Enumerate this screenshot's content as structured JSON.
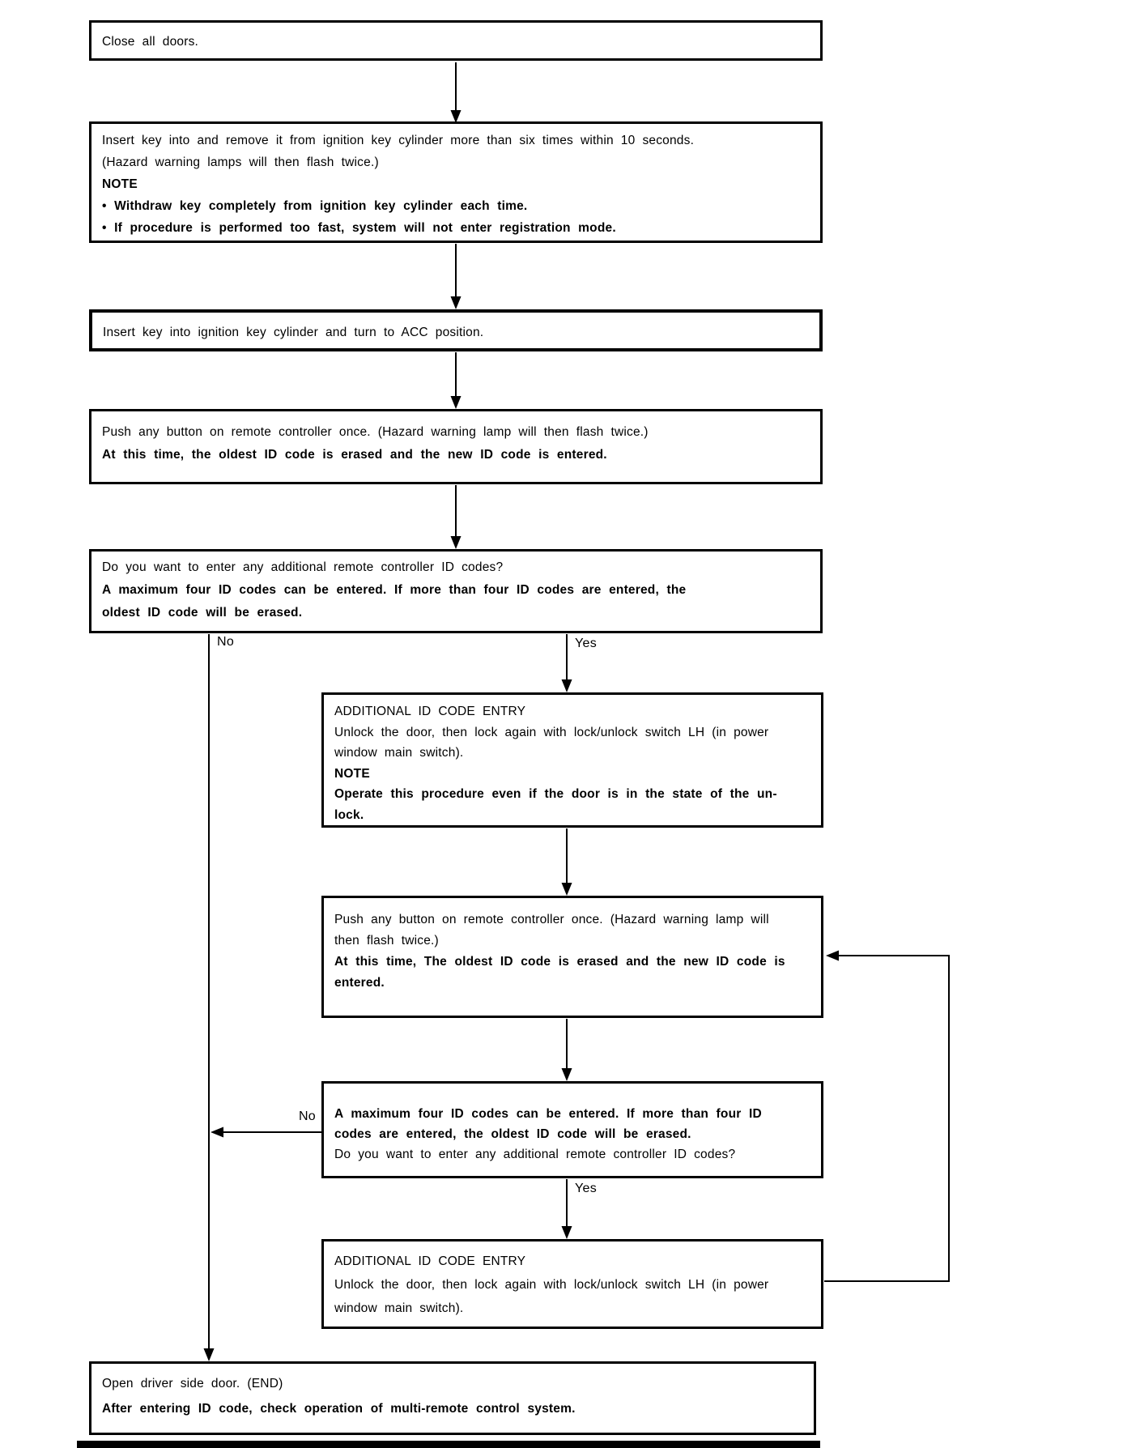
{
  "diagram": {
    "type": "flowchart",
    "colors": {
      "background": "#ffffff",
      "line": "#000000",
      "text": "#000000"
    },
    "edge_labels": {
      "branch1_no": "No",
      "branch1_yes": "Yes",
      "branch2_no": "No",
      "branch2_yes": "Yes"
    },
    "nodes": {
      "close_doors": {
        "lines": [
          "Close all doors."
        ]
      },
      "key_insert_remove": {
        "lines": [
          "Insert key into and remove it from ignition key cylinder more than six times within 10 seconds.",
          "(Hazard warning lamps will then flash twice.)",
          "NOTE",
          "• Withdraw key completely from ignition key cylinder each time.",
          "• If procedure is performed too fast, system will not enter registration mode."
        ]
      },
      "key_acc": {
        "lines": [
          "Insert key into ignition key cylinder and turn to ACC position."
        ]
      },
      "push_button_first": {
        "lines": [
          "Push any button on remote controller once. (Hazard warning lamp will then flash twice.)",
          "At this time, the oldest ID code is erased and the new ID code is entered."
        ]
      },
      "additional_codes_question": {
        "lines": [
          "Do you want to enter any additional remote controller ID codes?",
          "A maximum four ID codes can be entered. If more than four ID codes are entered, the",
          "oldest ID code will be erased."
        ]
      },
      "additional_id_entry_1": {
        "lines": [
          "ADDITIONAL ID CODE ENTRY",
          "Unlock the door, then lock again with lock/unlock switch LH (in power",
          "window main switch).",
          "NOTE",
          "Operate this procedure even if the door is in the state of the un-",
          "lock."
        ]
      },
      "push_button_loop": {
        "lines": [
          "Push any button on remote controller once. (Hazard warning lamp will",
          "then flash twice.)",
          "At this time, The oldest ID code is erased and the new ID code is",
          "entered."
        ]
      },
      "max_codes_question": {
        "lines": [
          "A maximum four ID codes can be entered. If more than four ID",
          "codes are entered, the oldest ID code will be erased.",
          "Do you want to enter any additional remote controller ID codes?"
        ]
      },
      "additional_id_entry_2": {
        "lines": [
          "ADDITIONAL ID CODE ENTRY",
          "Unlock the door, then lock again with lock/unlock switch LH (in power",
          "window main switch)."
        ]
      },
      "open_door_end": {
        "lines": [
          "Open driver side door. (END)",
          "After entering ID code, check operation of multi-remote control system."
        ]
      }
    }
  }
}
